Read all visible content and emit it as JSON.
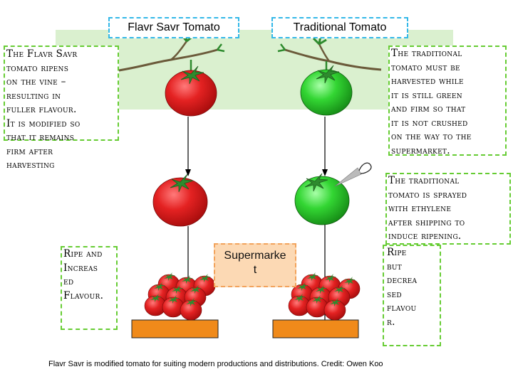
{
  "titles": {
    "flavr_savr": "Flavr Savr Tomato",
    "traditional": "Traditional Tomato"
  },
  "notes": {
    "flavr_savr_vine": "The Flavr Savr\ntomato ripens\non the vine –\nresulting in\nfuller flavour.\nIt is modified so\nthat it remains\nfirm after\nharvesting",
    "traditional_green": "The traditional\ntomato must be\nharvested while\nit is still green\nand firm so that\nit is not crushed\non the way to the\nsupermarket.",
    "traditional_ethylene": "The traditional\ntomato is sprayed\nwith ethylene\nafter shipping to\ninduce ripening.",
    "flavr_savr_result": "Ripe and\nIncreas\ned\nFlavour.",
    "traditional_result": "Ripe\nbut\ndecrea\nsed\nflavou\nr."
  },
  "supermarket": "Supermarke\nt",
  "caption": "Flavr Savr is modified tomato for suiting modern productions and distributions.   Credit: Owen Koo",
  "colors": {
    "band": "#daf0cf",
    "title_border": "#33b8e8",
    "note_border": "#66cc33",
    "supermarket_fill": "#fcd9b4",
    "supermarket_border": "#f2a35c",
    "red_tomato": "#e02020",
    "green_tomato": "#2ecc2e",
    "crate": "#f08a1a"
  }
}
